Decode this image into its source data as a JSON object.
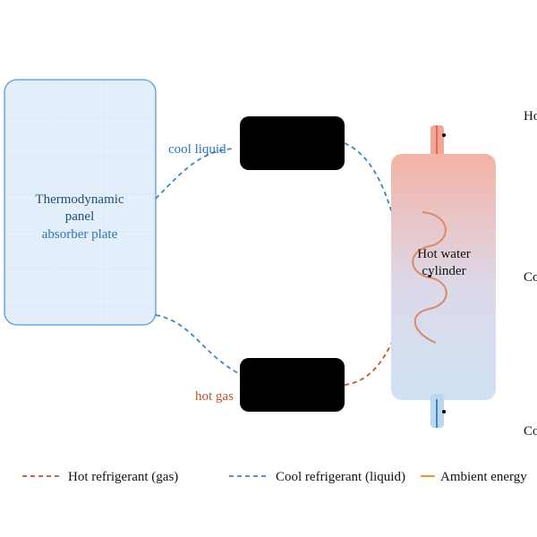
{
  "panel": {
    "title_line1": "Thermodynamic",
    "title_line2": "panel",
    "subtitle": "absorber plate"
  },
  "flows": {
    "cool_label": "cool liquid",
    "hot_label": "hot gas"
  },
  "cylinder": {
    "label_line1": "Hot water",
    "label_line2": "cylinder"
  },
  "right_labels": {
    "top": "Ho",
    "middle": "Co",
    "bottom": "Co"
  },
  "legend": {
    "items": [
      {
        "label": "Hot refrigerant (gas)",
        "color": "#c0562a"
      },
      {
        "label": "Cool refrigerant (liquid)",
        "color": "#3a86c8"
      },
      {
        "label": "Ambient energy",
        "color": "#e59a1e"
      }
    ]
  },
  "colors": {
    "panel_fill": "#e3f0fb",
    "panel_stroke": "#5b9bd5",
    "panel_text": "#1f4e79",
    "panel_subtext": "#2e75b6",
    "cool_line": "#3a86c8",
    "hot_line": "#c0562a",
    "coil": "#d98a6a",
    "cylinder_top": "#f4b3a6",
    "cylinder_bottom": "#cfe2f3",
    "redacted_box": "#000000"
  }
}
